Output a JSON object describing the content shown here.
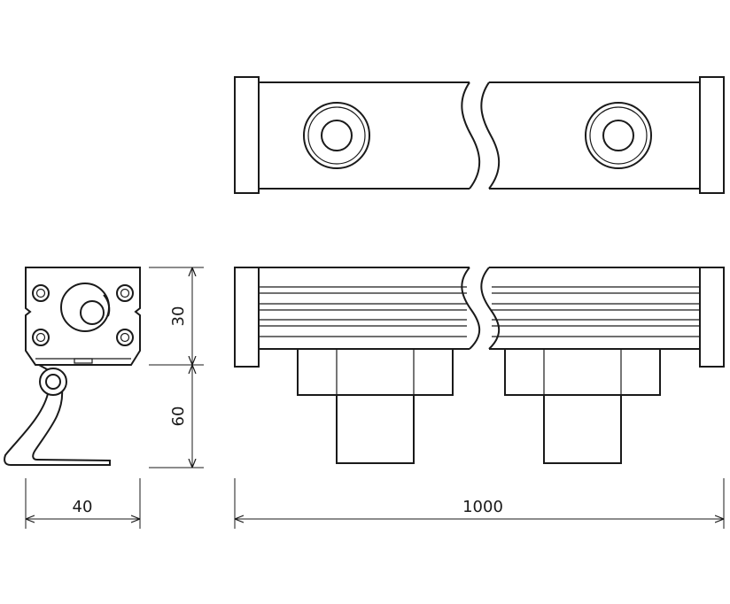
{
  "dimensions": {
    "width_label": "40",
    "length_label": "1000",
    "upper_height_label": "30",
    "lower_height_label": "60"
  },
  "colors": {
    "line": "#1a1a1a",
    "background": "#ffffff"
  }
}
